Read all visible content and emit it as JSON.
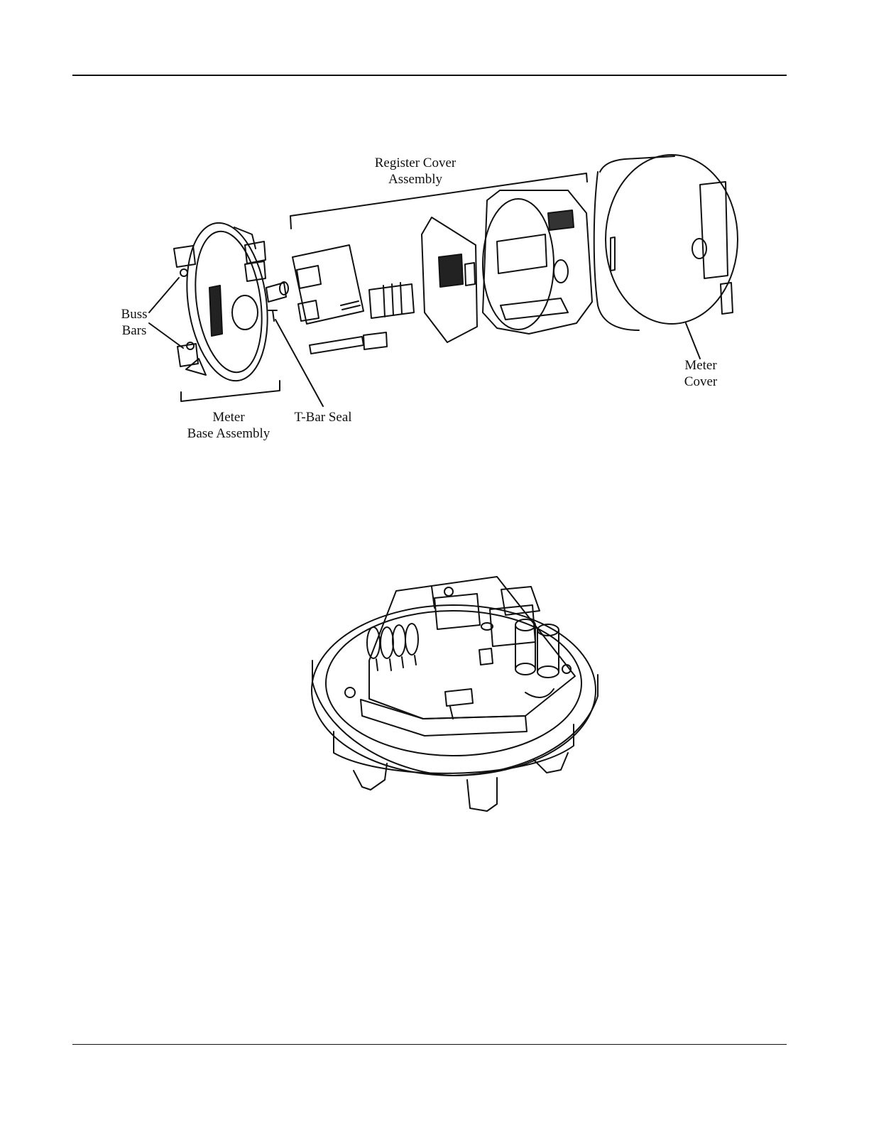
{
  "figure1": {
    "labels": {
      "register_cover_assembly": "Register Cover\nAssembly",
      "buss_bars": "Buss\nBars",
      "meter_base_assembly": "Meter\nBase Assembly",
      "t_bar_seal": "T-Bar Seal",
      "meter_cover": "Meter\nCover"
    }
  }
}
